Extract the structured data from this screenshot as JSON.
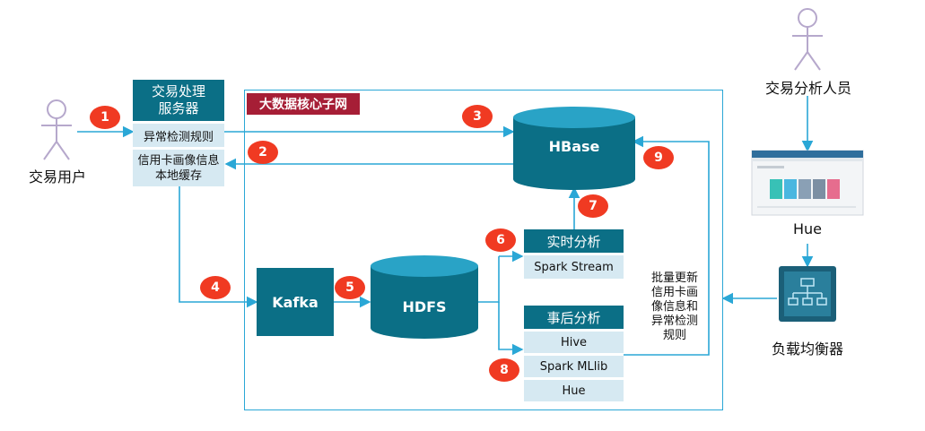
{
  "actors": {
    "user": "交易用户",
    "analyst": "交易分析人员"
  },
  "server": {
    "title": "交易处理服务器",
    "rule": "异常检测规则",
    "cache": "信用卡画像信息本地缓存"
  },
  "core_net": "大数据核心子网",
  "stores": {
    "hbase": "HBase",
    "hdfs": "HDFS",
    "kafka": "Kafka"
  },
  "realtime": {
    "title": "实时分析",
    "item": "Spark Stream"
  },
  "offline": {
    "title": "事后分析",
    "items": [
      "Hive",
      "Spark MLlib",
      "Hue"
    ]
  },
  "batch_note": "批量更新信用卡画像信息和异常检测规则",
  "hue_label": "Hue",
  "lb_label": "负载均衡器",
  "steps": [
    "1",
    "2",
    "3",
    "4",
    "5",
    "6",
    "7",
    "8",
    "9"
  ],
  "colors": {
    "teal": "#0b6f86",
    "light": "#d6e9f2",
    "arrow": "#2aa7d6",
    "marker": "#f03a22",
    "actor": "#b6a8cc"
  }
}
